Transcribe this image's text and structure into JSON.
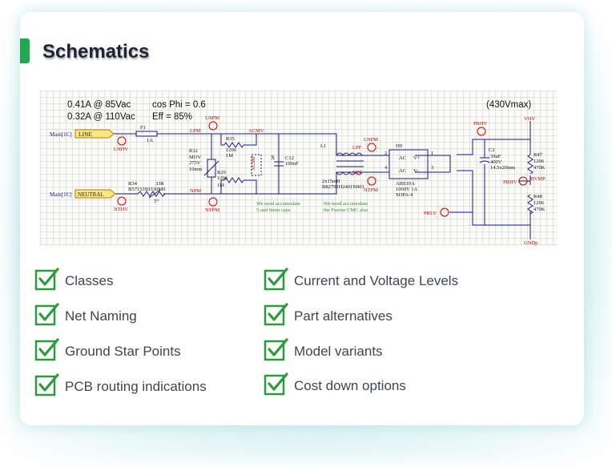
{
  "title": "Schematics",
  "colors": {
    "accent": "#1faa52",
    "check": "#2e9a3e",
    "wire": "#1a1a8c",
    "net_label_red": "#cc0000",
    "note_green": "#2f8f2f"
  },
  "schematic": {
    "specs": {
      "line1_current": "0.41A @ 85Vac",
      "line1_pf": "cos Phi = 0.6",
      "line2_current": "0.32A @ 110Vac",
      "line2_eff": "Eff = 85%",
      "vmax": "(430Vmax)"
    },
    "ports": {
      "line_prefix": "Main[1C]",
      "line_label": "LINE",
      "neutral_prefix": "Main[1C]",
      "neutral_label": "NEUTRAL"
    },
    "probes": {
      "lnhv": "LNHV",
      "nthv": "NTHV",
      "lnpm": "LNPM",
      "ntpm": "NTPM",
      "lnpm2": "LNPM",
      "ntpm2": "NTPM",
      "prhv": "PRHV",
      "prhv2": "PRHV",
      "prlv": "PRLV"
    },
    "nets": {
      "lpm": "LPM",
      "npm": "NPM",
      "acmv": "ACMV",
      "acmp": "ACMP",
      "lpf": "LPF",
      "npf": "NPF",
      "vhv": "VHV",
      "hvmp": "HVMP",
      "gndp": "GNDp",
      "x": "X"
    },
    "components": {
      "f1_ref": "F1",
      "f1_val": "1A",
      "r32_ref": "R32",
      "r32_val1": "MOV",
      "r32_val2": "275V",
      "r32_val3": "10mm",
      "r35_ref": "R35",
      "r35_val1": "1206",
      "r35_val2": "1M",
      "r29_ref": "R29",
      "r29_val1": "1206",
      "r29_val2": "1M",
      "r34_ref": "R34",
      "r34_val1": "33R",
      "r34_val2": "B57153S0330M0",
      "r34_val3": "T°",
      "c12_ref": "C12",
      "c12_val": "100nF",
      "l1_ref": "L1",
      "l1_val1": "2x15mH",
      "l1_val2": "B82791H2401N001",
      "d9_ref": "D9",
      "d9_pin_ac1": "AC",
      "d9_pin_vp": "V+",
      "d9_pin_ac2": "AC",
      "d9_pin_vm": "V-",
      "d9_pin2": "2",
      "d9_pin1": "1",
      "d9_pin4": "4",
      "d9_pin3": "3",
      "d9_val1": "ABS10A",
      "d9_val2": "1000V  1A",
      "d9_val3": "SOPA-4",
      "c2_ref": "C2",
      "c2_val1": "39uF",
      "c2_val2": "400V",
      "c2_val3": "14.5x20mm",
      "r47_ref": "R47",
      "r47_val1": "1206",
      "r47_val2": "470K",
      "r48_ref": "R48",
      "r48_val1": "1206",
      "r48_val2": "470K"
    },
    "notes": {
      "note1_line1": "We need accomodate",
      "note1_line2": "5 and 6mm caps",
      "note2_line1": "We need accomodate",
      "note2_line2": "the Fusion CMC also"
    }
  },
  "checklist": {
    "left": [
      "Classes",
      "Net Naming",
      "Ground Star Points",
      "PCB routing indications"
    ],
    "right": [
      "Current and Voltage Levels",
      "Part alternatives",
      "Model variants",
      "Cost down options"
    ]
  }
}
